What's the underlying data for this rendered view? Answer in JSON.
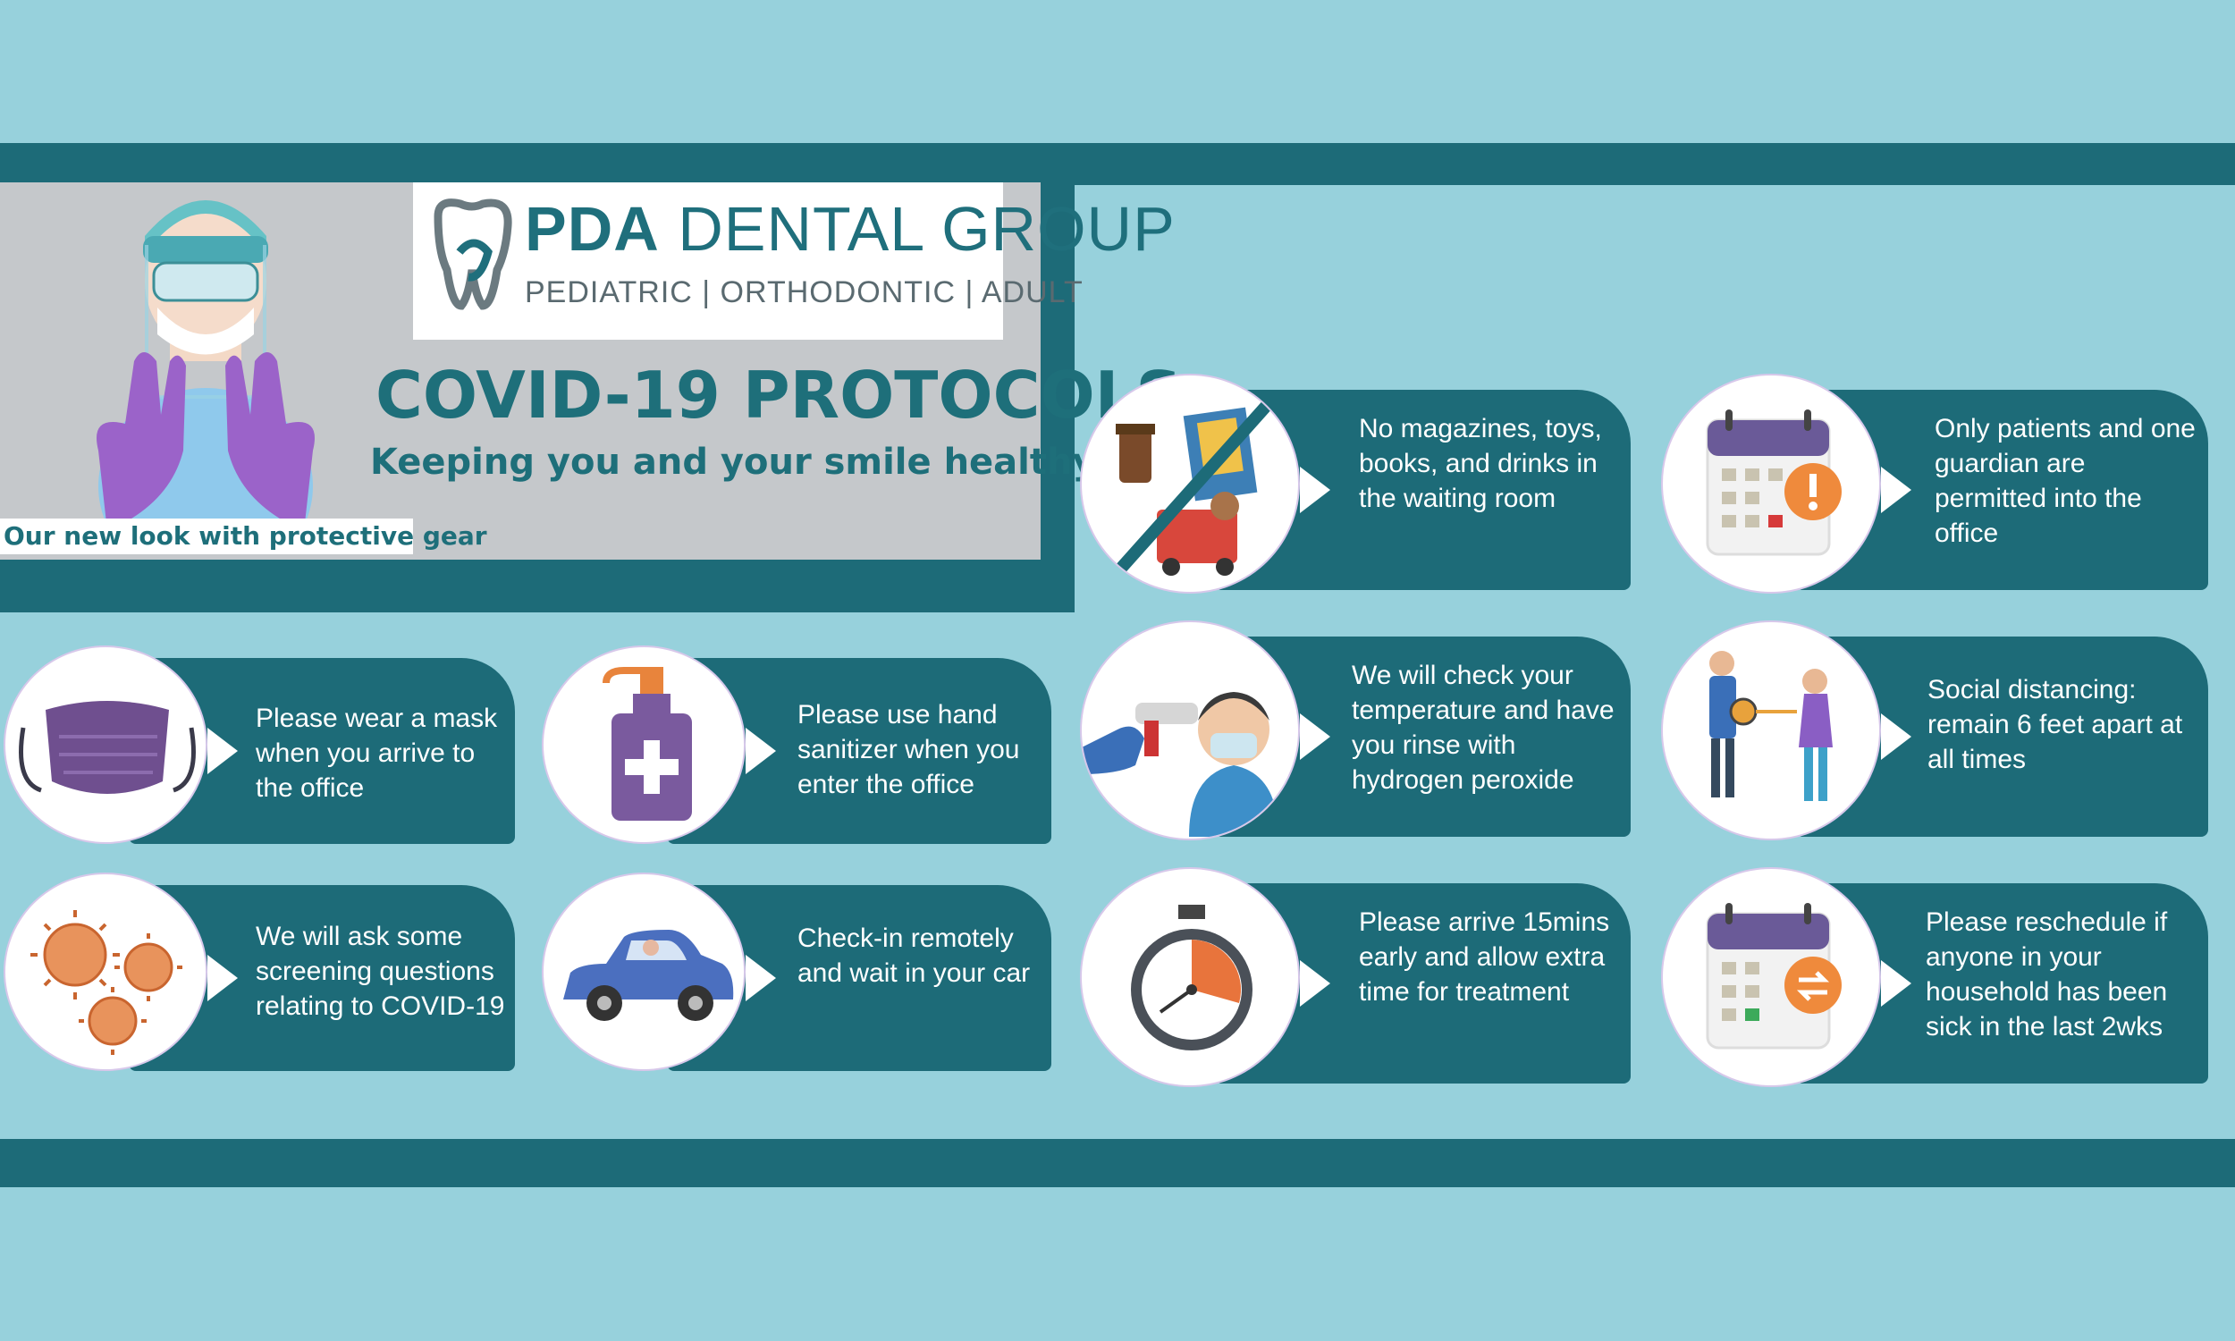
{
  "header": {
    "brand_bold": "PDA",
    "brand_rest": "DENTAL GROUP",
    "brand_sub": "PEDIATRIC  |  ORTHODONTIC  |  ADULT",
    "title": "COVID-19 PROTOCOLS",
    "subtitle": "Keeping you and your smile healthy",
    "caption": "Our new look with protective gear"
  },
  "cards": [
    {
      "text": "Please wear a mask when you arrive to the office",
      "icon": "mask-icon"
    },
    {
      "text": "Please use hand sanitizer when you enter the office",
      "icon": "hand-sanitizer-icon"
    },
    {
      "text": "We will ask some screening questions relating to COVID-19",
      "icon": "virus-icon"
    },
    {
      "text": "Check-in remotely and wait in your car",
      "icon": "car-icon"
    },
    {
      "text": "No magazines, toys, books, and drinks in the waiting room",
      "icon": "no-magazines-icon"
    },
    {
      "text": "Only patients and one guardian are permitted into the office",
      "icon": "calendar-alert-icon"
    },
    {
      "text": "We will check your temperature and have you rinse with hydrogen peroxide",
      "icon": "thermometer-icon"
    },
    {
      "text": "Social distancing: remain 6 feet apart at all times",
      "icon": "social-distancing-icon"
    },
    {
      "text": "Please arrive 15mins early and allow extra time for treatment",
      "icon": "stopwatch-icon"
    },
    {
      "text": "Please reschedule if anyone in your household has been sick in the last 2wks",
      "icon": "calendar-reschedule-icon"
    }
  ],
  "colors": {
    "background": "#97d1dc",
    "band": "#1d6b78",
    "header_box": "#c5c8cb",
    "title": "#1e6f7a"
  }
}
